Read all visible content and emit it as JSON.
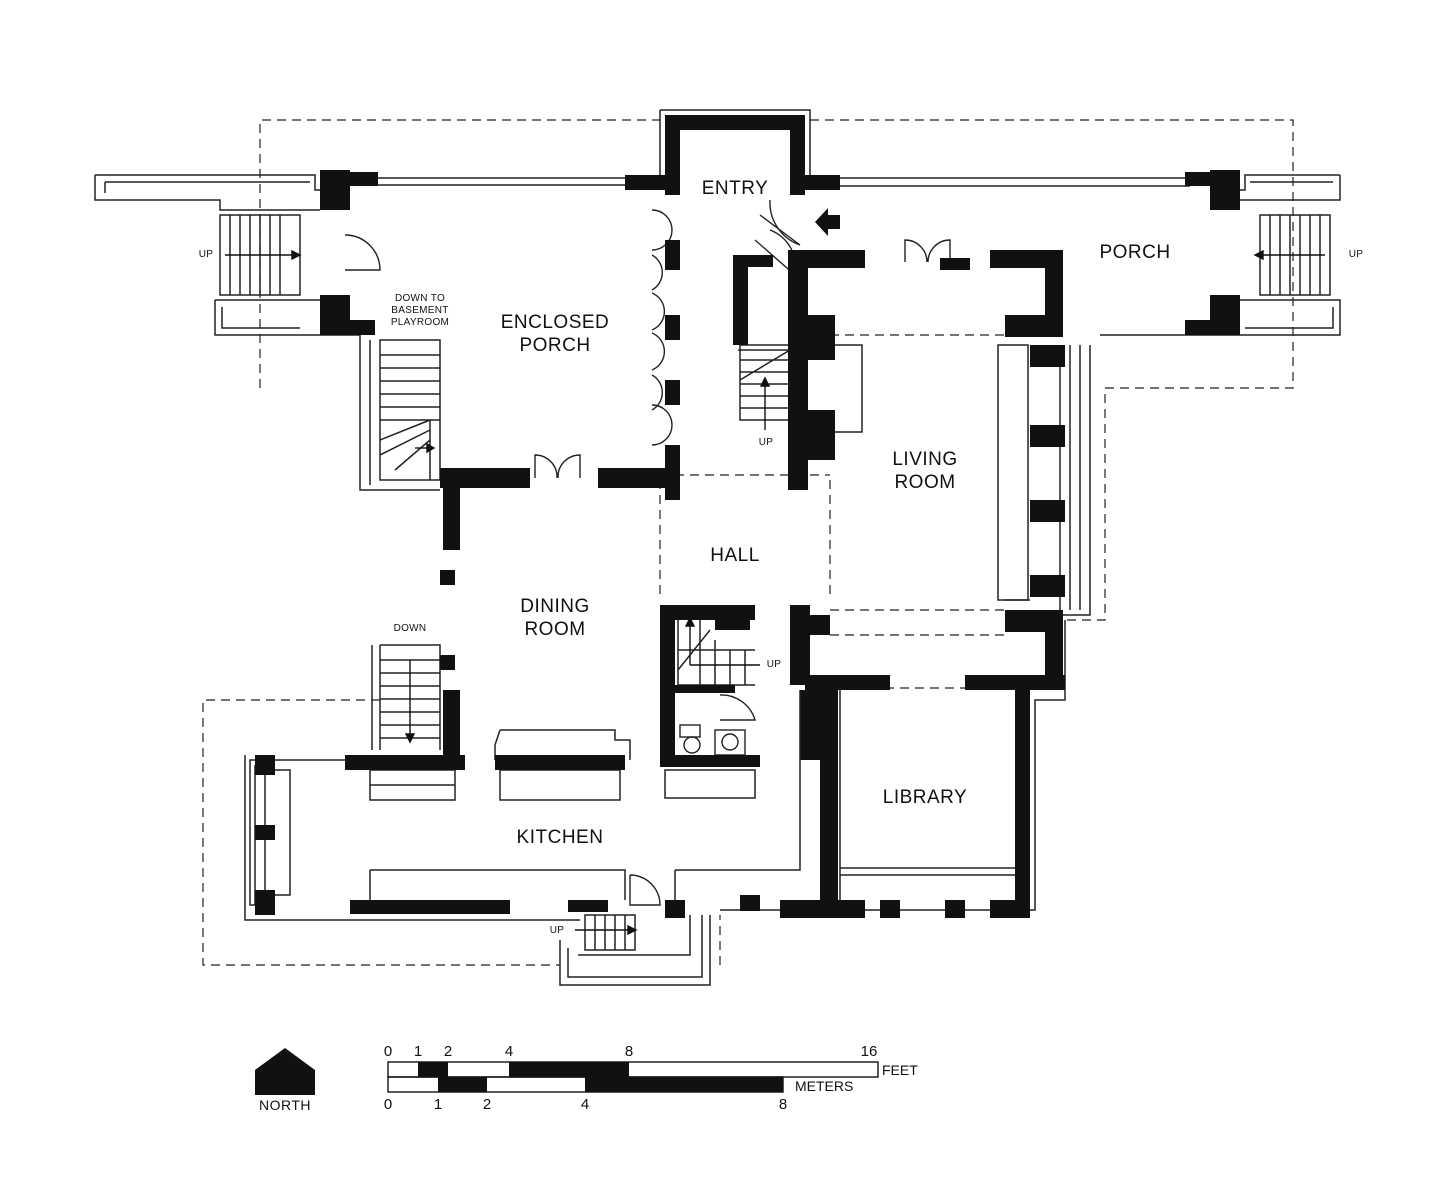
{
  "rooms": {
    "entry": "ENTRY",
    "porch": "PORCH",
    "enclosed_porch": [
      "ENCLOSED",
      "PORCH"
    ],
    "living_room": [
      "LIVING",
      "ROOM"
    ],
    "hall": "HALL",
    "dining_room": [
      "DINING",
      "ROOM"
    ],
    "kitchen": "KITCHEN",
    "library": "LIBRARY"
  },
  "notes": {
    "up": "UP",
    "down": "DOWN",
    "down_to_basement": [
      "DOWN TO",
      "BASEMENT",
      "PLAYROOM"
    ]
  },
  "north": "NORTH",
  "scale": {
    "feet_unit": "FEET",
    "meters_unit": "METERS",
    "feet_ticks": [
      "0",
      "1",
      "2",
      "4",
      "8",
      "16"
    ],
    "meters_ticks": [
      "0",
      "1",
      "2",
      "4",
      "8"
    ]
  },
  "colors": {
    "wall": "#111111",
    "line": "#222222",
    "background": "#ffffff"
  }
}
